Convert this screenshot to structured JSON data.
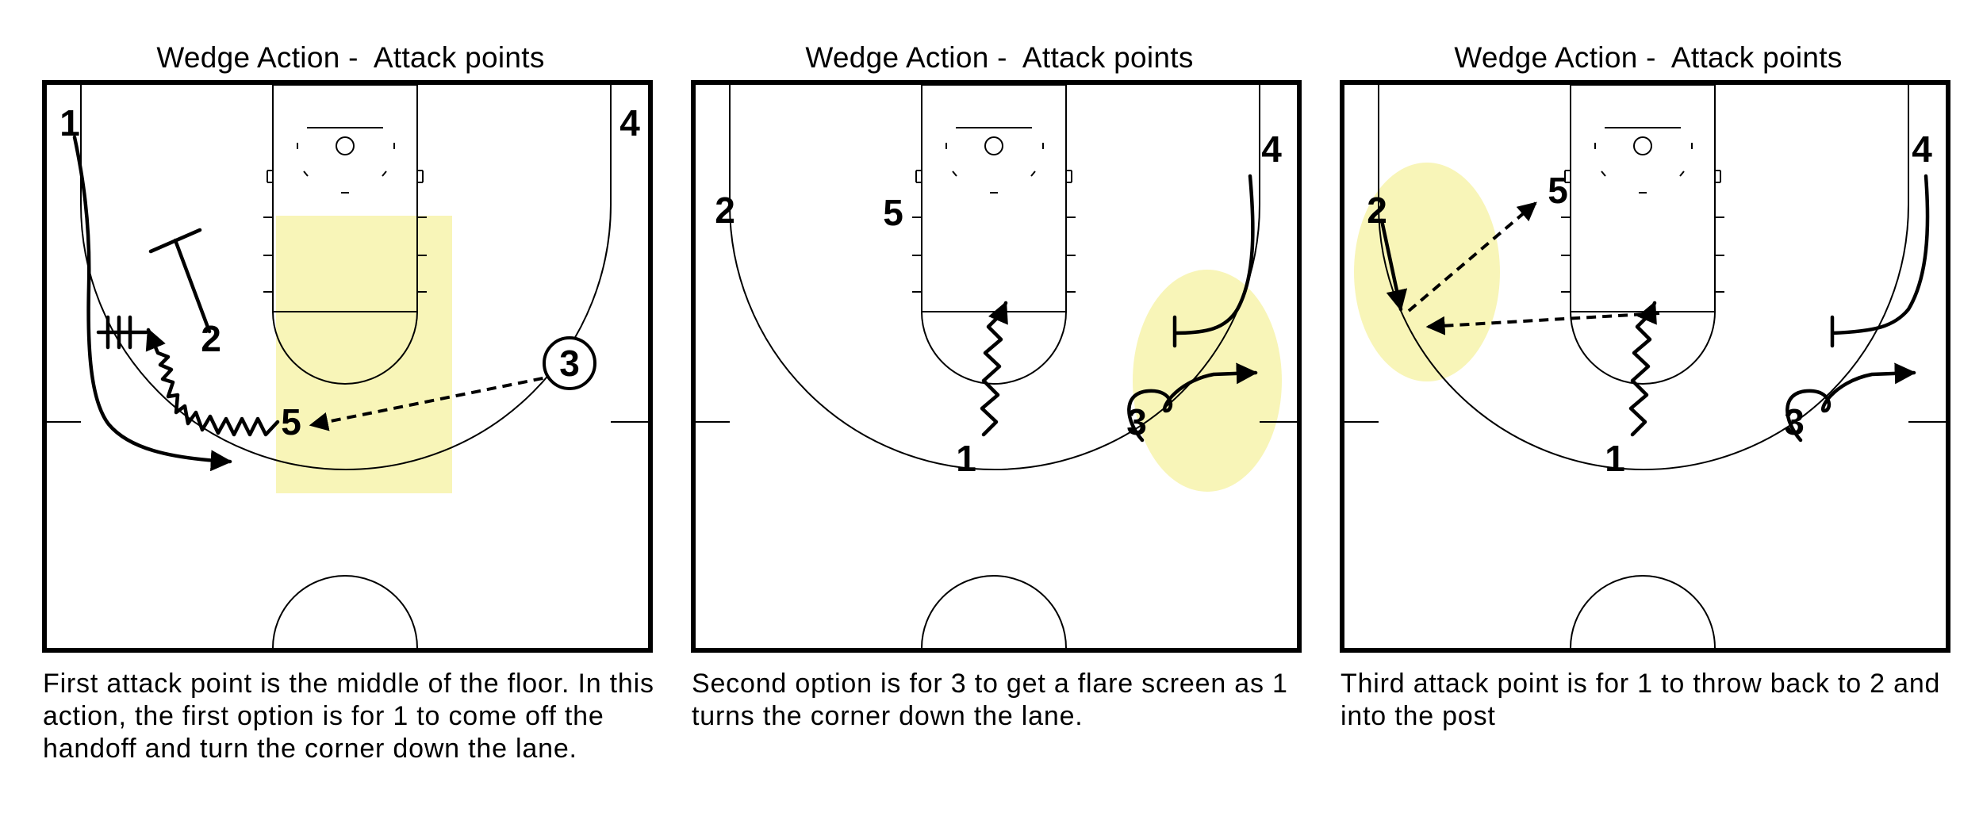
{
  "panels": [
    {
      "title": "Wedge Action -  Attack points",
      "caption": "First attack point is the middle of the floor. In this action, the first option is for 1 to come off the handoff and turn the corner down the lane.",
      "players": {
        "p1": "1",
        "p2": "2",
        "p3": "3",
        "p4": "4",
        "p5": "5"
      }
    },
    {
      "title": "Wedge Action -  Attack points",
      "caption": "Second option is for 3 to get a flare screen as 1 turns the corner down the lane.",
      "players": {
        "p1": "1",
        "p2": "2",
        "p3": "3",
        "p4": "4",
        "p5": "5"
      }
    },
    {
      "title": "Wedge Action -  Attack points",
      "caption": "Third attack point is for 1 to throw back to 2 and into the post",
      "players": {
        "p1": "1",
        "p2": "2",
        "p3": "3",
        "p4": "4",
        "p5": "5"
      }
    }
  ],
  "colors": {
    "highlight": "#f8f5b8",
    "ink": "#000000",
    "background": "#ffffff"
  }
}
